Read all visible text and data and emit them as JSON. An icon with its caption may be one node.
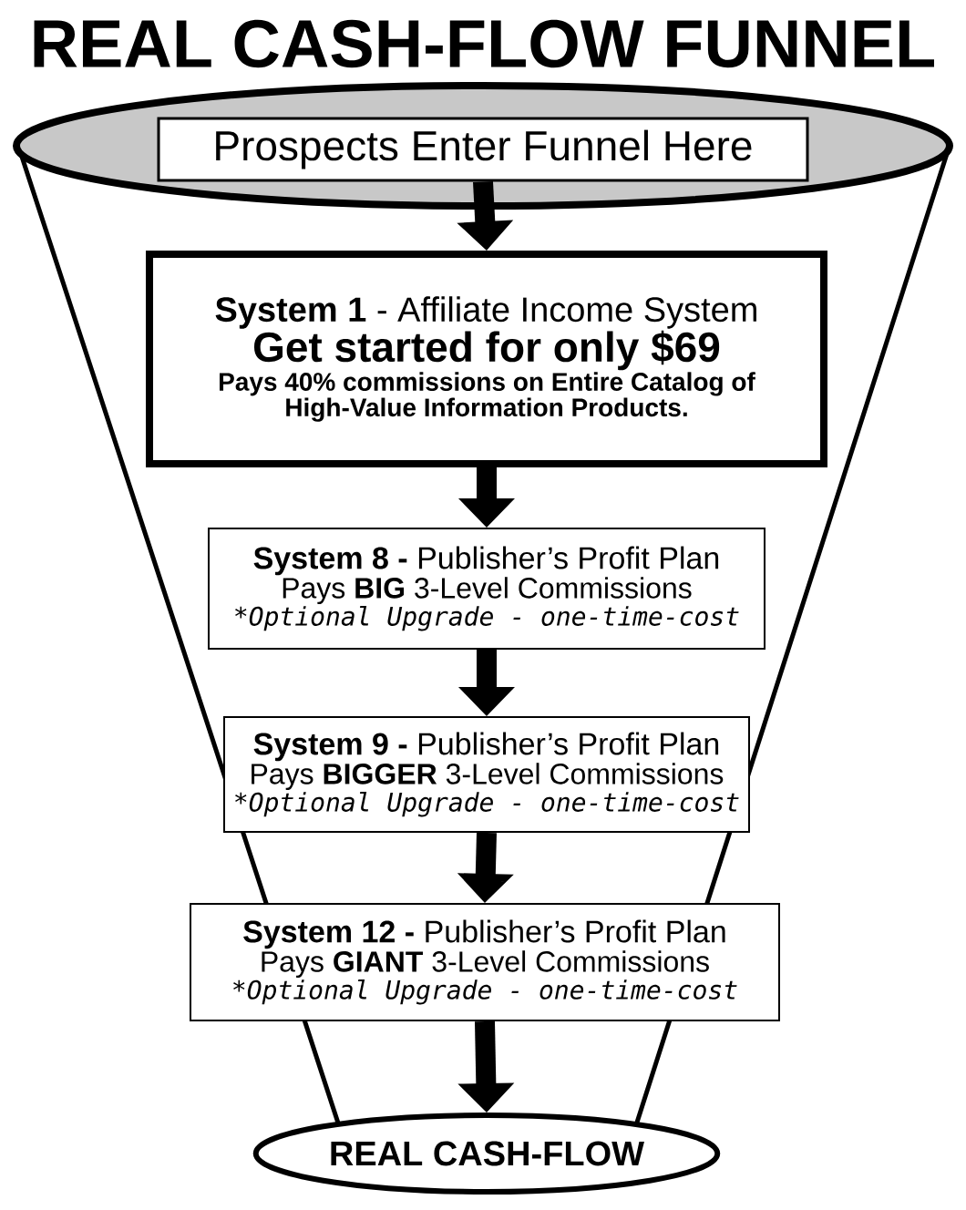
{
  "diagram": {
    "title": "REAL CASH-FLOW FUNNEL",
    "nodes": [
      {
        "text": [
          "Prospects Enter Funnel Here"
        ]
      },
      {
        "text": [
          "**System 1** - Affiliate Income System",
          "Get started for only $69",
          "Pays 40% commissions on Entire Catalog of High-Value Information Products."
        ]
      },
      {
        "text": [
          "**System 8 -** Publisher’s Profit Plan",
          "Pays **BIG** 3-Level Commissions",
          "*Optional Upgrade - one-time-cost"
        ]
      },
      {
        "text": [
          "**System 9 -** Publisher’s Profit Plan",
          "Pays **BIGGER** 3-Level Commissions",
          "*Optional Upgrade - one-time-cost"
        ]
      },
      {
        "text": [
          "**System 12 -** Publisher’s Profit Plan",
          "Pays **GIANT** 3-Level Commissions",
          "*Optional Upgrade - one-time-cost"
        ]
      },
      {
        "text": [
          "REAL CASH-FLOW"
        ]
      }
    ],
    "edges": [
      {
        "from": 0,
        "to": 1,
        "arrow": "to"
      },
      {
        "from": 1,
        "to": 2,
        "arrow": "to"
      },
      {
        "from": 2,
        "to": 3,
        "arrow": "to"
      },
      {
        "from": 3,
        "to": 4,
        "arrow": "to"
      },
      {
        "from": 4,
        "to": 5,
        "arrow": "to"
      }
    ]
  }
}
